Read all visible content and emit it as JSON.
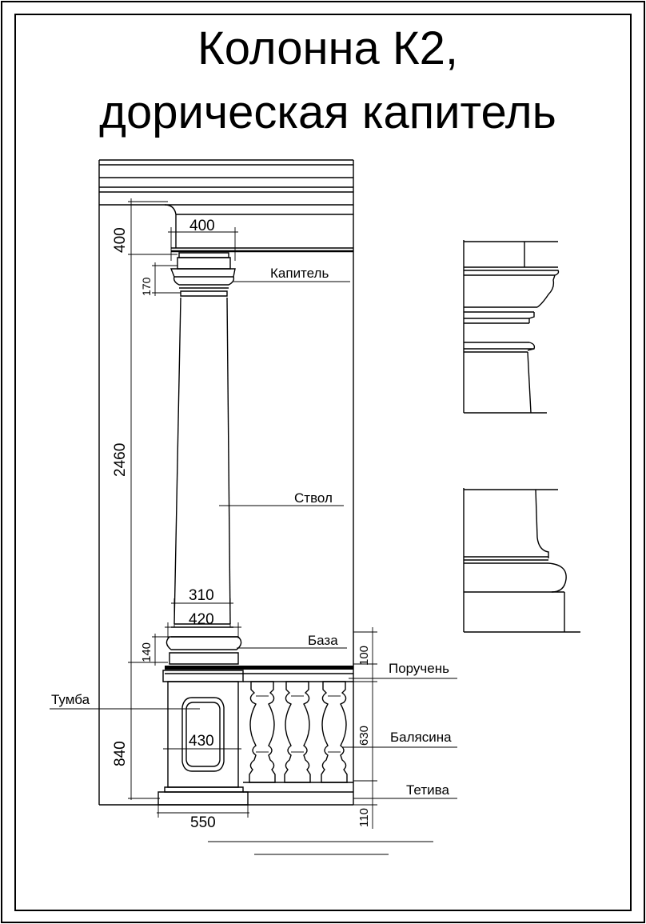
{
  "title": {
    "line1": "Колонна К2,",
    "line2": "дорическая капитель"
  },
  "labels": {
    "capital": "Капитель",
    "shaft": "Ствол",
    "base": "База",
    "handrail": "Поручень",
    "pedestal": "Тумба",
    "baluster": "Балясина",
    "stringer": "Тетива"
  },
  "dimensions": {
    "capital_top_width": "400",
    "entablature_height": "400",
    "capital_height": "170",
    "shaft_height": "2460",
    "shaft_bottom_width": "310",
    "base_width": "420",
    "base_height": "140",
    "handrail_height": "100",
    "pedestal_panel_width": "430",
    "pedestal_height": "840",
    "baluster_height": "630",
    "stringer_height": "110",
    "pedestal_width": "550"
  }
}
